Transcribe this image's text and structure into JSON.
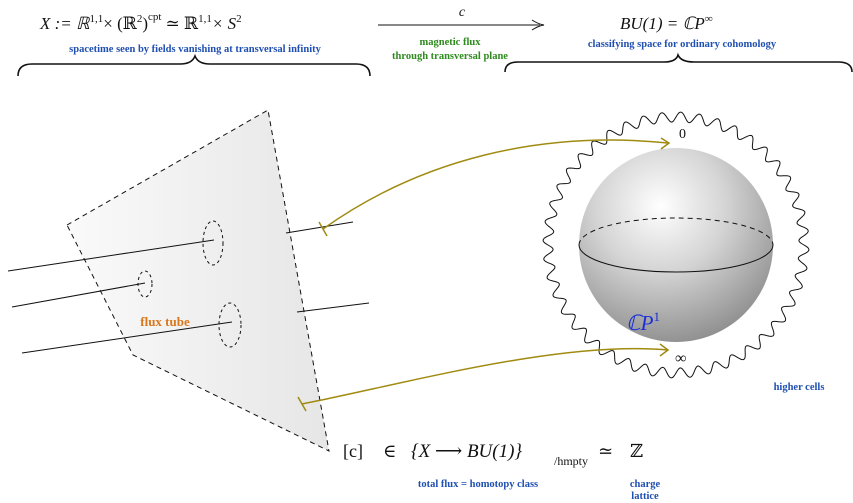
{
  "top": {
    "left_formula": "X := ℝ^{1,1} × (ℝ²)^{cpt} ≃ ℝ^{1,1} × S²",
    "left_formula_main": "X := ℝ",
    "left_formula_sup1": "1,1",
    "left_formula_mid": "× (ℝ",
    "left_formula_sup2": "2",
    "left_formula_close": ")",
    "left_formula_sup3": "cpt",
    "left_formula_tail": "≃ ℝ",
    "left_formula_sup4": "1,1",
    "left_formula_end": "× S",
    "left_formula_sup5": "2",
    "left_caption": "spacetime seen by fields vanishing at transversal infinity",
    "arrow_label": "c",
    "arrow_caption_line1": "magnetic flux",
    "arrow_caption_line2": "through transversal plane",
    "right_formula_main": "BU(1) = ℂP",
    "right_formula_sup": "∞",
    "right_caption": "classifying space for ordinary cohomology"
  },
  "sphere": {
    "top_label": "0",
    "bottom_label": "∞",
    "cp1_label_main": "ℂP",
    "cp1_label_sup": "1",
    "higher_cells": "higher cells"
  },
  "plane": {
    "flux_tube": "flux tube"
  },
  "bottom": {
    "formula_c": "[c]",
    "formula_in": "∈",
    "formula_set": "{X ⟶ BU(1)}",
    "formula_sub": "/hmpty",
    "formula_simeq": "≃",
    "formula_Z": "ℤ",
    "caption_left": "total flux = homotopy class",
    "caption_right_line1": "charge",
    "caption_right_line2": "lattice"
  },
  "colors": {
    "blue": "#1f4fb0",
    "green": "#2e8b1e",
    "orange": "#d9781b",
    "olive": "#a08a10",
    "cp1_blue": "#1a2fd8"
  }
}
